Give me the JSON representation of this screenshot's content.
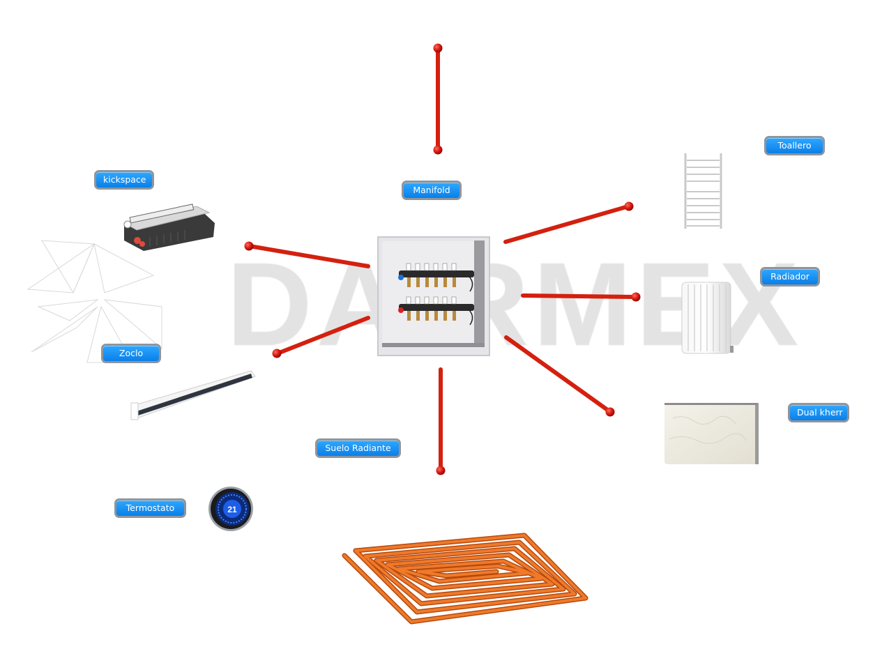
{
  "brand": {
    "watermark_text": "DAIRMEX",
    "watermark_color": "#d6d6d6"
  },
  "labels": {
    "manifold": "Manifold",
    "toallero": "Toallero",
    "kickspace": "kickspace",
    "radiador": "Radiador",
    "zoclo": "Zoclo",
    "dual_kherr": "Dual kherr",
    "suelo_radiante": "Suelo Radiante",
    "termostato": "Termostato"
  },
  "thermostat": {
    "display_value": "21"
  },
  "colors": {
    "pipe": "#d4200f",
    "pipe_end": "#c80f0f",
    "label_bg": "#1a90f5",
    "label_border": "#8f959c",
    "floor_pipe": "#e06a1a"
  }
}
